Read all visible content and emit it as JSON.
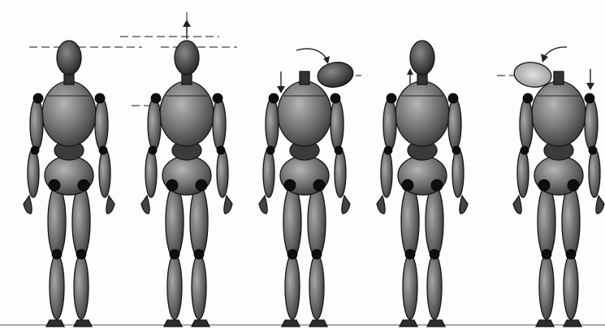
{
  "figure": {
    "colors": {
      "background": "#fdfdfb",
      "body_dark": "#3a3a3a",
      "body_mid": "#6e6e6e",
      "body_light": "#b5b5b5",
      "joint": "#0e0e0e",
      "ink": "#222222"
    },
    "figures": [
      {
        "view": "back",
        "head_tilt": "none",
        "shoulder_drop": "none"
      },
      {
        "view": "front",
        "head_tilt": "up-arrow",
        "shoulder_drop": "none"
      },
      {
        "view": "back",
        "head_tilt": "right",
        "shoulder_drop": "left"
      },
      {
        "view": "front",
        "head_tilt": "none",
        "shoulder_drop": "up-arrow"
      },
      {
        "view": "back",
        "head_tilt": "left",
        "shoulder_drop": "right"
      }
    ]
  }
}
